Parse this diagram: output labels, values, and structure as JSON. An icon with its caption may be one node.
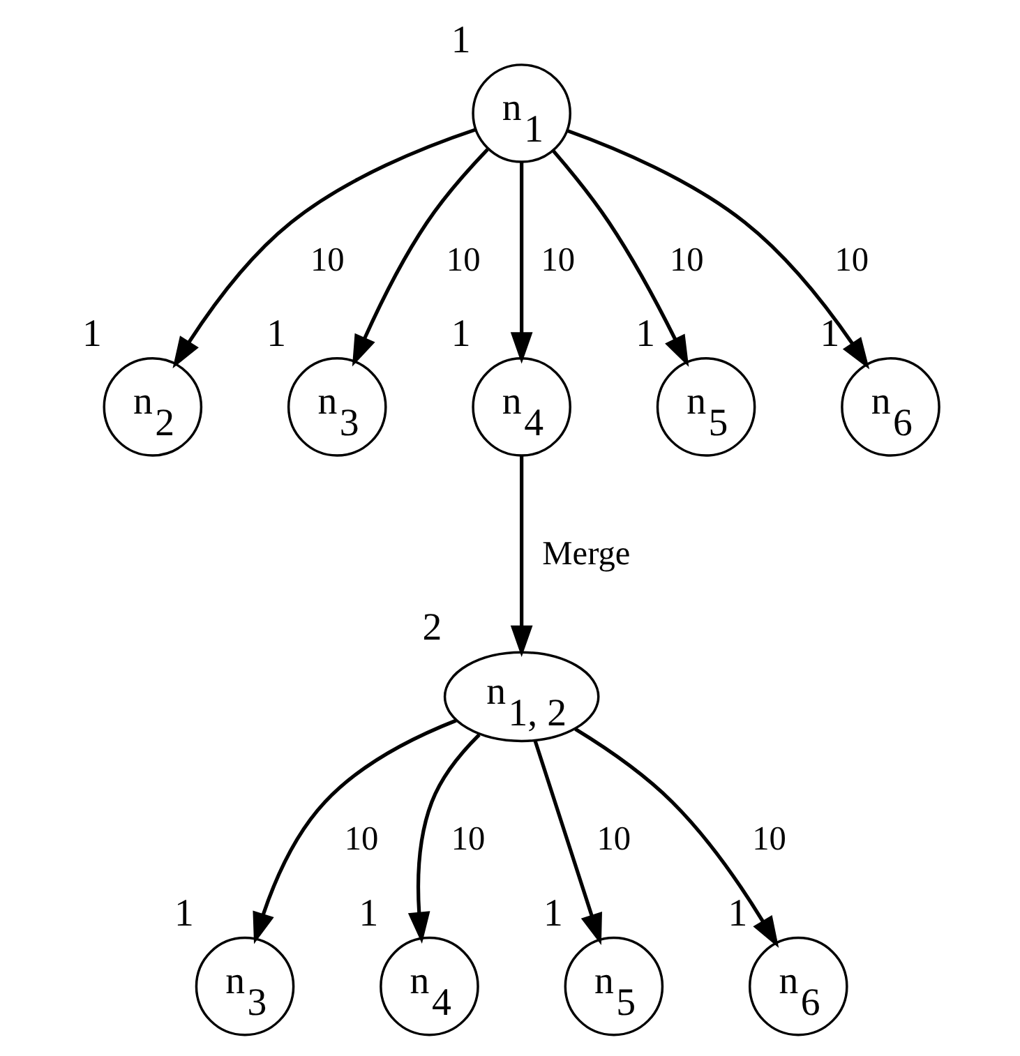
{
  "diagram": {
    "nodes": [
      {
        "text": [
          "n$_{1}$"
        ],
        "beside": [
          "1"
        ]
      },
      {
        "text": [
          "n$_{2}$"
        ],
        "beside": [
          "1"
        ]
      },
      {
        "text": [
          "n$_{3}$"
        ],
        "beside": [
          "1"
        ]
      },
      {
        "text": [
          "n$_{4}$"
        ],
        "beside": [
          "1"
        ]
      },
      {
        "text": [
          "n$_{5}$"
        ],
        "beside": [
          "1"
        ]
      },
      {
        "text": [
          "n$_{6}$"
        ],
        "beside": [
          "1"
        ]
      },
      {
        "text": [
          "n$_{1, 2}$"
        ],
        "beside": [
          "2"
        ]
      },
      {
        "text": [
          "n$_{3}$"
        ],
        "beside": [
          "1"
        ]
      },
      {
        "text": [
          "n$_{4}$"
        ],
        "beside": [
          "1"
        ]
      },
      {
        "text": [
          "n$_{5}$"
        ],
        "beside": [
          "1"
        ]
      },
      {
        "text": [
          "n$_{6}$"
        ],
        "beside": [
          "1"
        ]
      }
    ],
    "edges": [
      {
        "from": 0,
        "to": 1,
        "arrow": "to",
        "label": "10"
      },
      {
        "from": 0,
        "to": 2,
        "arrow": "to",
        "label": "10"
      },
      {
        "from": 0,
        "to": 3,
        "arrow": "to",
        "label": "10"
      },
      {
        "from": 0,
        "to": 4,
        "arrow": "to",
        "label": "10"
      },
      {
        "from": 0,
        "to": 5,
        "arrow": "to",
        "label": "10"
      },
      {
        "from": 3,
        "to": 6,
        "arrow": "to",
        "label": "Merge"
      },
      {
        "from": 6,
        "to": 7,
        "arrow": "to",
        "label": "10"
      },
      {
        "from": 6,
        "to": 8,
        "arrow": "to",
        "label": "10"
      },
      {
        "from": 6,
        "to": 9,
        "arrow": "to",
        "label": "10"
      },
      {
        "from": 6,
        "to": 10,
        "arrow": "to",
        "label": "10"
      }
    ]
  }
}
